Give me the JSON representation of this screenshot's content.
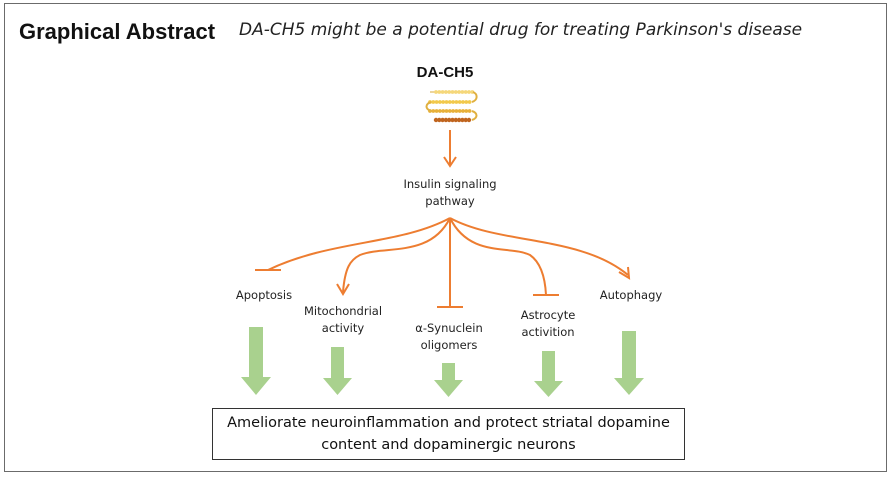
{
  "header": {
    "title": "Graphical Abstract",
    "subtitle": "DA-CH5 might be a potential drug for treating Parkinson's disease"
  },
  "drug": {
    "label": "DA-CH5"
  },
  "pathway": {
    "line1": "Insulin signaling",
    "line2": "pathway"
  },
  "effects": [
    {
      "line1": "Apoptosis",
      "line2": "",
      "relation": "inhibits"
    },
    {
      "line1": "Mitochondrial",
      "line2": "activity",
      "relation": "promotes"
    },
    {
      "line1": "α-Synuclein",
      "line2": "oligomers",
      "relation": "inhibits"
    },
    {
      "line1": "Astrocyte",
      "line2": "activition",
      "relation": "inhibits"
    },
    {
      "line1": "Autophagy",
      "line2": "",
      "relation": "promotes"
    }
  ],
  "outcome": {
    "line1": "Ameliorate neuroinflammation and protect striatal dopamine",
    "line2": "content and dopaminergic neurons"
  },
  "colors": {
    "arrow": "#ed7d31",
    "green_arrow": "#a9d18e",
    "peptide_light": "#f2c94c",
    "peptide_dark": "#c0651f",
    "frame": "#6b6b6b"
  }
}
